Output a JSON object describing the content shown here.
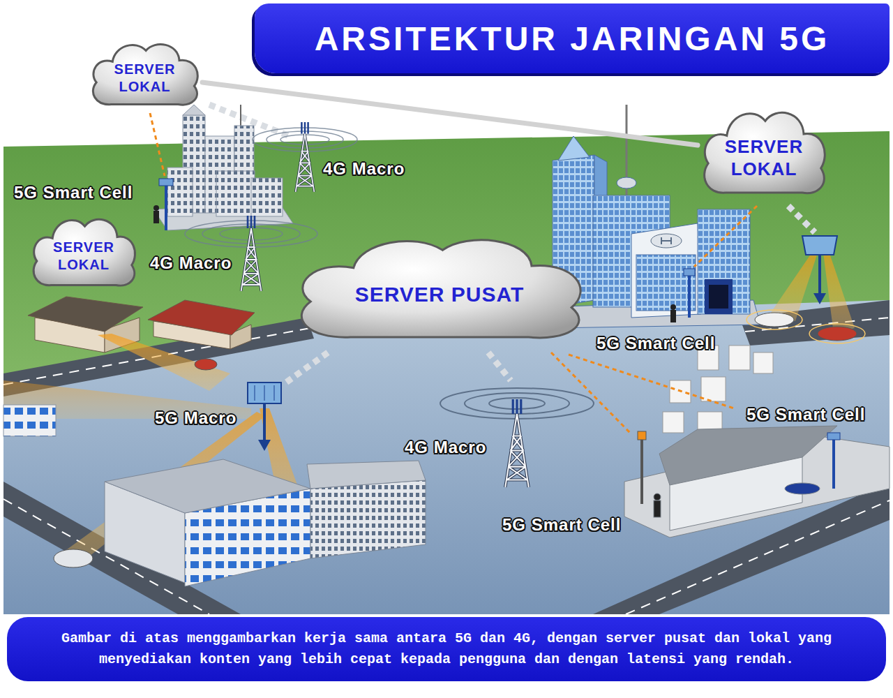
{
  "diagram": {
    "title": "ARSITEKTUR JARINGAN 5G",
    "caption": "Gambar di atas menggambarkan kerja sama antara 5G dan 4G, dengan server pusat dan lokal yang menyediakan konten yang lebih cepat kepada pengguna dan dengan latensi yang rendah.",
    "nodes": [
      {
        "text": [
          "SERVER LOKAL"
        ]
      },
      {
        "text": [
          "SERVER LOKAL"
        ]
      },
      {
        "text": [
          "SERVER LOKAL"
        ]
      },
      {
        "text": [
          "SERVER PUSAT"
        ]
      }
    ],
    "edges": [
      {
        "from": 0,
        "to": 1,
        "arrow": "none"
      }
    ],
    "labels": [
      "4G Macro",
      "5G Smart Cell",
      "4G Macro",
      "5G Smart Cell",
      "5G Smart Cell",
      "5G Macro",
      "4G Macro",
      "5G Smart Cell"
    ]
  }
}
